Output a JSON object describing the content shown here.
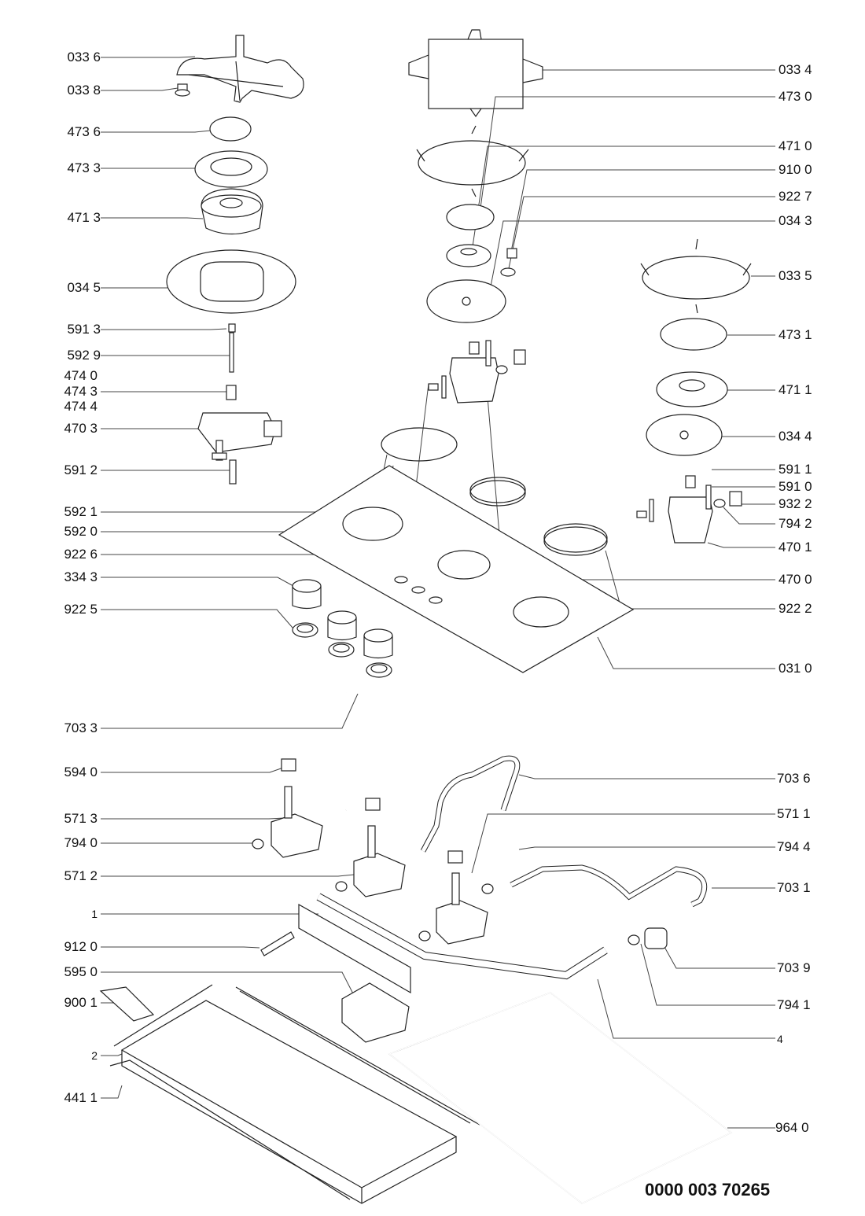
{
  "title": "Gas hob exploded parts diagram",
  "document_number": "0000 003 70265",
  "left_labels": [
    {
      "id": "033-6",
      "text": "033 6"
    },
    {
      "id": "033-8",
      "text": "033 8"
    },
    {
      "id": "473-6",
      "text": "473 6"
    },
    {
      "id": "473-3",
      "text": "473 3"
    },
    {
      "id": "471-3",
      "text": "471 3"
    },
    {
      "id": "034-5",
      "text": "034 5"
    },
    {
      "id": "591-3",
      "text": "591 3"
    },
    {
      "id": "592-9",
      "text": "592 9"
    },
    {
      "id": "474-0",
      "text": "474 0"
    },
    {
      "id": "474-3",
      "text": "474 3"
    },
    {
      "id": "474-4",
      "text": "474 4"
    },
    {
      "id": "470-3",
      "text": "470 3"
    },
    {
      "id": "591-2",
      "text": "591 2"
    },
    {
      "id": "592-1",
      "text": "592 1"
    },
    {
      "id": "592-0",
      "text": "592 0"
    },
    {
      "id": "922-6",
      "text": "922 6"
    },
    {
      "id": "334-3",
      "text": "334 3"
    },
    {
      "id": "922-5",
      "text": "922 5"
    },
    {
      "id": "703-3",
      "text": "703 3"
    },
    {
      "id": "594-0",
      "text": "594 0"
    },
    {
      "id": "571-3",
      "text": "571 3"
    },
    {
      "id": "794-0",
      "text": "794 0"
    },
    {
      "id": "571-2",
      "text": "571 2"
    },
    {
      "id": "1",
      "text": "1"
    },
    {
      "id": "912-0",
      "text": "912 0"
    },
    {
      "id": "595-0",
      "text": "595 0"
    },
    {
      "id": "900-1",
      "text": "900 1"
    },
    {
      "id": "2",
      "text": "2"
    },
    {
      "id": "441-1",
      "text": "441 1"
    }
  ],
  "right_labels": [
    {
      "id": "033-4",
      "text": "033 4"
    },
    {
      "id": "473-0",
      "text": "473 0"
    },
    {
      "id": "471-0",
      "text": "471 0"
    },
    {
      "id": "910-0",
      "text": "910 0"
    },
    {
      "id": "922-7",
      "text": "922 7"
    },
    {
      "id": "034-3",
      "text": "034 3"
    },
    {
      "id": "033-5",
      "text": "033 5"
    },
    {
      "id": "473-1",
      "text": "473 1"
    },
    {
      "id": "471-1",
      "text": "471 1"
    },
    {
      "id": "034-4",
      "text": "034 4"
    },
    {
      "id": "591-1",
      "text": "591 1"
    },
    {
      "id": "591-0",
      "text": "591 0"
    },
    {
      "id": "932-2",
      "text": "932 2"
    },
    {
      "id": "794-2",
      "text": "794 2"
    },
    {
      "id": "470-1",
      "text": "470 1"
    },
    {
      "id": "470-0",
      "text": "470 0"
    },
    {
      "id": "922-2",
      "text": "922 2"
    },
    {
      "id": "031-0",
      "text": "031 0"
    },
    {
      "id": "703-6",
      "text": "703 6"
    },
    {
      "id": "571-1",
      "text": "571 1"
    },
    {
      "id": "794-4",
      "text": "794 4"
    },
    {
      "id": "703-1",
      "text": "703 1"
    },
    {
      "id": "703-9",
      "text": "703 9"
    },
    {
      "id": "794-1",
      "text": "794 1"
    },
    {
      "id": "4",
      "text": "4"
    },
    {
      "id": "964-0",
      "text": "964 0"
    }
  ]
}
